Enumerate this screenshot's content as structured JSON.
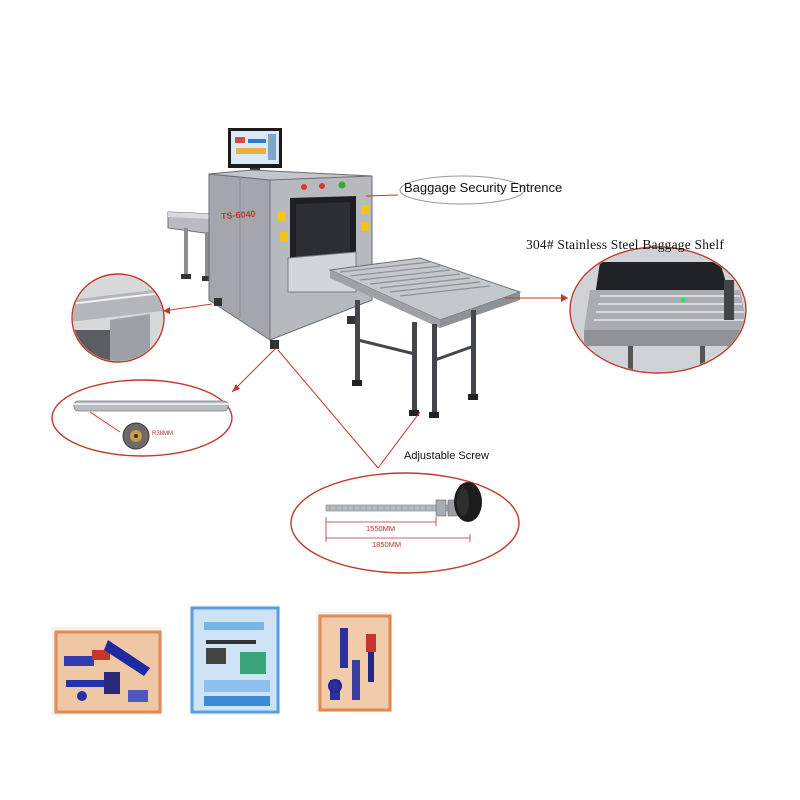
{
  "machine": {
    "model_label": "TS-6040"
  },
  "callouts": {
    "entrance": "Baggage Security Entrence",
    "shelf": "304# Stainless Steel Baggage Shelf",
    "screw": "Adjustable Screw"
  },
  "dimensions": {
    "roller_radius": "R38MM",
    "screw_short": "1550MM",
    "screw_long": "1850MM"
  },
  "colors": {
    "callout_line": "#c0392b",
    "machine_body": "#a9adb3",
    "belt": "#1f2227",
    "steel": "#c9ccd0"
  },
  "xray_samples": [
    {
      "name": "xray-tools-sample-1"
    },
    {
      "name": "xray-laptop-bag-sample"
    },
    {
      "name": "xray-tools-sample-2"
    }
  ]
}
